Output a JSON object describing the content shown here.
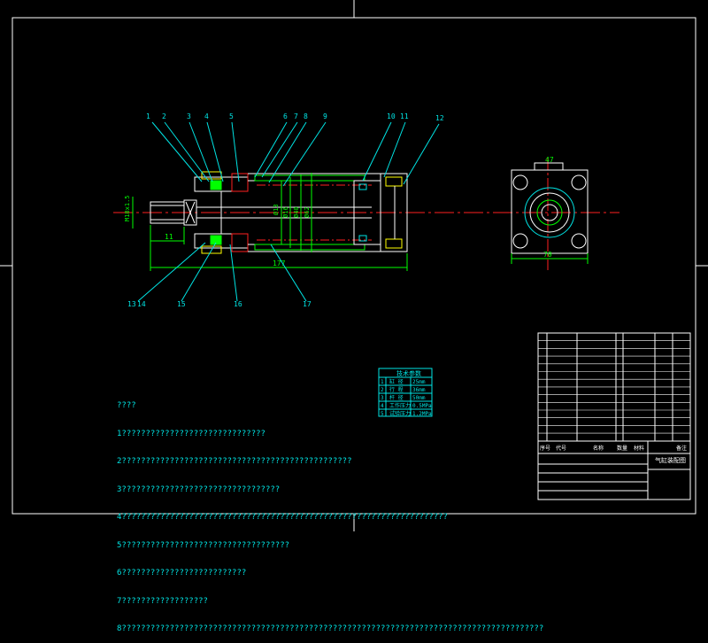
{
  "drawing": {
    "part_numbers": [
      "1",
      "2",
      "3",
      "4",
      "5",
      "6",
      "7",
      "8",
      "9",
      "10",
      "11",
      "12",
      "13",
      "14",
      "15",
      "16",
      "17"
    ],
    "dimensions": {
      "left_length": "11",
      "overall_length": "177",
      "rod_dia": "M18x1.5",
      "diameters": [
        "Ø13",
        "Ø16",
        "Ø40",
        "Ø62"
      ],
      "end_view_top": "47",
      "end_view_width": "70"
    },
    "notes": [
      "????",
      "1??????????????????????????????",
      "2????????????????????????????????????????????????",
      "3?????????????????????????????????",
      "4????????????????????????????????????????????????????????????????????",
      "5???????????????????????????????????",
      "6??????????????????????????",
      "7??????????????????",
      "8????????????????????????????????????????????????????????????????????????????????????????"
    ],
    "spec_table": {
      "title": "技术参数",
      "rows": [
        {
          "no": "1",
          "name": "缸 径",
          "value": "25mm"
        },
        {
          "no": "2",
          "name": "行 程",
          "value": "36mm"
        },
        {
          "no": "3",
          "name": "杆 径",
          "value": "50mm"
        },
        {
          "no": "4",
          "name": "工作压力",
          "value": "0.5MPa"
        },
        {
          "no": "5",
          "name": "试验压力",
          "value": "1.2MPa"
        }
      ]
    },
    "title_block": {
      "drawing_name": "气缸装配图",
      "header_labels": [
        "序号",
        "代号",
        "名称",
        "数量",
        "材料",
        "备注"
      ]
    },
    "colors": {
      "line": "#ffffff",
      "cyan": "#00e5e5",
      "red": "#ff2020",
      "green": "#00ff00",
      "yellow": "#ffff00"
    }
  }
}
